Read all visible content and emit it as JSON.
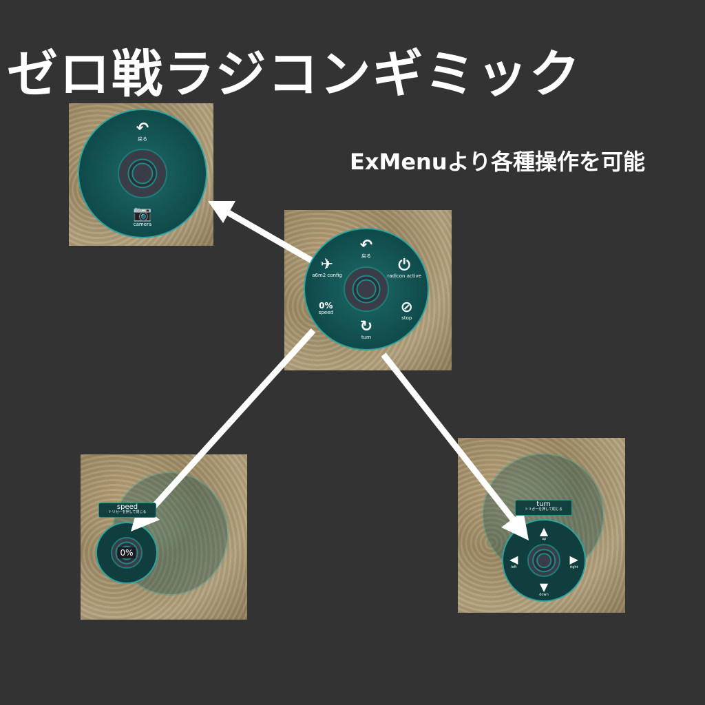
{
  "title": "ゼロ戦ラジコンギミック",
  "subtitle": "ExMenuより各種操作を可能",
  "colors": {
    "background": "#333333",
    "menu": "#104a4a",
    "accent": "#2ea3a0",
    "arrow": "#ffffff"
  },
  "camera_menu": {
    "back": "戻る",
    "camera": "camera",
    "icons": [
      "back-arrow-icon",
      "camera-icon"
    ]
  },
  "main_menu": {
    "items": [
      {
        "label": "戻る",
        "icon": "back-arrow-icon"
      },
      {
        "label": "radicon active",
        "icon": "power-icon"
      },
      {
        "label": "stop",
        "icon": "stop-icon"
      },
      {
        "label": "turn",
        "icon": "rotate-icon"
      },
      {
        "label": "speed",
        "icon": "gauge-icon",
        "value": "0%"
      },
      {
        "label": "a6m2 config",
        "icon": "airplane-icon"
      }
    ]
  },
  "speed_menu": {
    "tooltip_title": "speed",
    "tooltip_sub": "トリガーを押して閉じる",
    "value": "0%"
  },
  "turn_menu": {
    "tooltip_title": "turn",
    "tooltip_sub": "トリガーを押して閉じる",
    "up": "up",
    "down": "down",
    "left": "left",
    "right": "right"
  }
}
